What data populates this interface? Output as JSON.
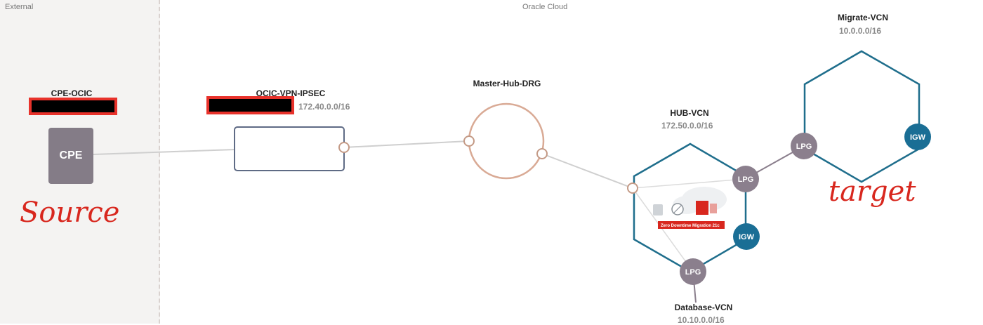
{
  "zones": {
    "external": "External",
    "oracle_cloud": "Oracle Cloud"
  },
  "nodes": {
    "cpe": {
      "title": "CPE-OCIC",
      "box_label": "CPE"
    },
    "vpn": {
      "title": "OCIC-VPN-IPSEC",
      "cidr": "172.40.0.0/16"
    },
    "drg": {
      "title": "Master-Hub-DRG"
    },
    "hub_vcn": {
      "title": "HUB-VCN",
      "cidr": "172.50.0.0/16"
    },
    "migrate_vcn": {
      "title": "Migrate-VCN",
      "cidr": "10.0.0.0/16"
    },
    "database_vcn": {
      "title": "Database-VCN",
      "cidr": "10.10.0.0/16"
    }
  },
  "gateways": {
    "lpg": "LPG",
    "igw": "IGW"
  },
  "zdm_image": {
    "caption": "Zero Downtime Migration 21c"
  },
  "annotations": {
    "source": "Source",
    "target": "target"
  },
  "colors": {
    "vcn_border": "#1f6e8c",
    "lpg_fill": "#8b7f8d",
    "igw_fill": "#1a6e95",
    "drg_border": "#d9aa95",
    "vpn_border": "#5f6b85",
    "annotation": "#d8271e",
    "redaction_border": "#e8322b"
  }
}
